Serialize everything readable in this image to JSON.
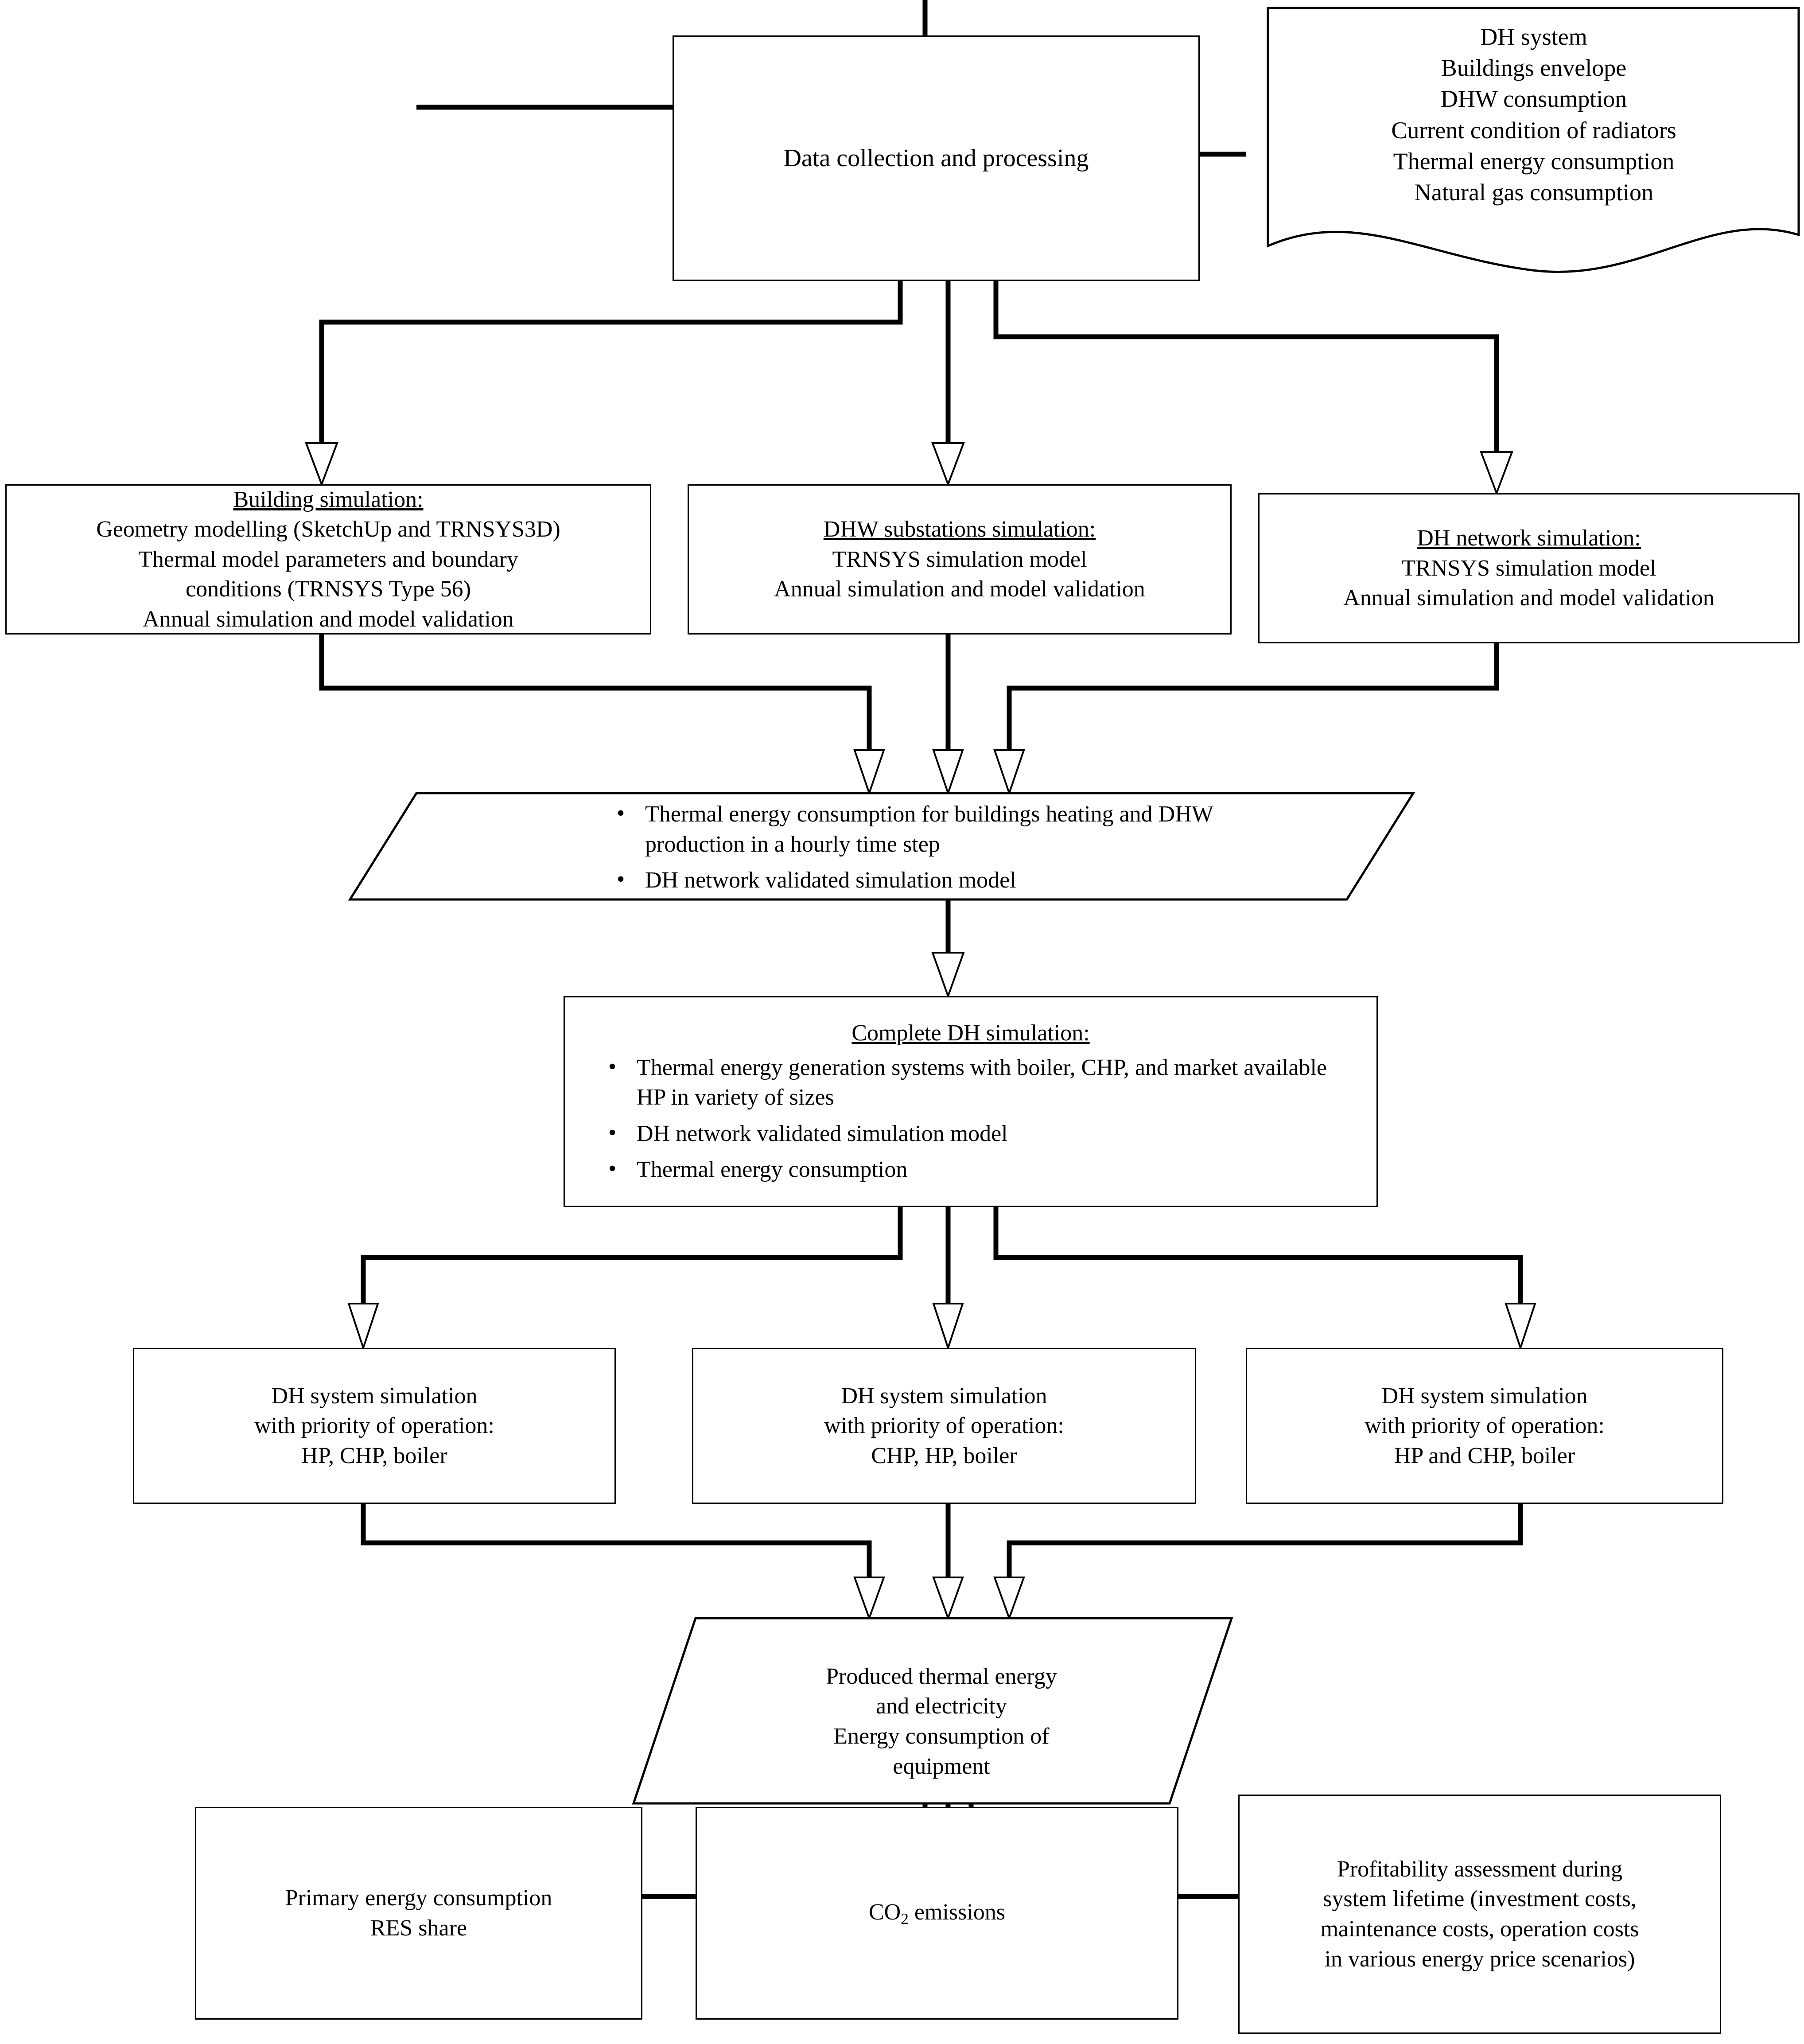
{
  "diagram": {
    "type": "flowchart",
    "title": "District heating system simulation and assessment methodology flowchart",
    "background": "#ffffff",
    "line_color": "#000000"
  },
  "nodes": {
    "data_collection": {
      "shape": "process",
      "label": "Data collection and processing"
    },
    "inputs_document": {
      "shape": "document",
      "lines": [
        "DH system",
        "Buildings envelope",
        "DHW consumption",
        "Current condition of radiators",
        "Thermal energy consumption",
        "Natural gas consumption"
      ]
    },
    "building_simulation": {
      "shape": "process",
      "heading": "Building simulation:",
      "lines": [
        "Geometry modelling (SketchUp and TRNSYS3D)",
        "Thermal model parameters and boundary",
        "conditions (TRNSYS Type 56)",
        "Annual simulation and model validation"
      ]
    },
    "dhw_substations_simulation": {
      "shape": "process",
      "heading": "DHW substations simulation:",
      "lines": [
        "TRNSYS simulation model",
        "Annual simulation and model validation"
      ]
    },
    "dh_network_simulation": {
      "shape": "process",
      "heading": "DH network simulation:",
      "lines": [
        "TRNSYS simulation model",
        "Annual simulation and model validation"
      ]
    },
    "intermediate_outputs": {
      "shape": "parallelogram-data",
      "bullets": [
        "Thermal energy consumption for buildings heating and DHW production in a hourly time step",
        "DH  network validated simulation model"
      ]
    },
    "complete_dh_simulation": {
      "shape": "process",
      "heading": "Complete DH simulation:",
      "bullets": [
        "Thermal energy generation systems with boiler, CHP, and market available HP in variety of sizes",
        "DH  network validated simulation model",
        "Thermal energy consumption"
      ]
    },
    "dh_sim_priority_1": {
      "shape": "process",
      "lines": [
        "DH system simulation",
        "with priority of operation:",
        "HP, CHP, boiler"
      ]
    },
    "dh_sim_priority_2": {
      "shape": "process",
      "lines": [
        "DH system simulation",
        "with priority of operation:",
        "CHP, HP, boiler"
      ]
    },
    "dh_sim_priority_3": {
      "shape": "process",
      "lines": [
        "DH system simulation",
        "with priority of operation:",
        "HP and CHP, boiler"
      ]
    },
    "production_outputs": {
      "shape": "parallelogram-data",
      "lines": [
        "Produced thermal energy",
        "and electricity",
        "Energy consumption of",
        "equipment"
      ]
    },
    "primary_energy": {
      "shape": "process",
      "lines": [
        "Primary energy consumption",
        "RES share"
      ]
    },
    "co2_emissions": {
      "shape": "process",
      "label_prefix": "CO",
      "label_subscript": "2",
      "label_suffix": " emissions"
    },
    "profitability": {
      "shape": "process",
      "lines": [
        "Profitability assessment during",
        "system lifetime (investment costs,",
        "maintenance costs, operation costs",
        "in various energy price scenarios)"
      ]
    }
  },
  "edges": [
    {
      "from": "inputs_document",
      "to": "data_collection",
      "arrow": "open-triangle"
    },
    {
      "from": "data_collection",
      "to": "building_simulation",
      "arrow": "open-triangle"
    },
    {
      "from": "data_collection",
      "to": "dhw_substations_simulation",
      "arrow": "open-triangle"
    },
    {
      "from": "data_collection",
      "to": "dh_network_simulation",
      "arrow": "open-triangle"
    },
    {
      "from": "building_simulation",
      "to": "intermediate_outputs",
      "arrow": "open-triangle"
    },
    {
      "from": "dhw_substations_simulation",
      "to": "intermediate_outputs",
      "arrow": "open-triangle"
    },
    {
      "from": "dh_network_simulation",
      "to": "intermediate_outputs",
      "arrow": "open-triangle"
    },
    {
      "from": "intermediate_outputs",
      "to": "complete_dh_simulation",
      "arrow": "open-triangle"
    },
    {
      "from": "complete_dh_simulation",
      "to": "dh_sim_priority_1",
      "arrow": "open-triangle"
    },
    {
      "from": "complete_dh_simulation",
      "to": "dh_sim_priority_2",
      "arrow": "open-triangle"
    },
    {
      "from": "complete_dh_simulation",
      "to": "dh_sim_priority_3",
      "arrow": "open-triangle"
    },
    {
      "from": "dh_sim_priority_1",
      "to": "production_outputs",
      "arrow": "open-triangle"
    },
    {
      "from": "dh_sim_priority_2",
      "to": "production_outputs",
      "arrow": "open-triangle"
    },
    {
      "from": "dh_sim_priority_3",
      "to": "production_outputs",
      "arrow": "open-triangle"
    },
    {
      "from": "production_outputs",
      "to": "primary_energy",
      "arrow": "open-triangle"
    },
    {
      "from": "production_outputs",
      "to": "co2_emissions",
      "arrow": "open-triangle"
    },
    {
      "from": "production_outputs",
      "to": "profitability",
      "arrow": "open-triangle"
    }
  ]
}
